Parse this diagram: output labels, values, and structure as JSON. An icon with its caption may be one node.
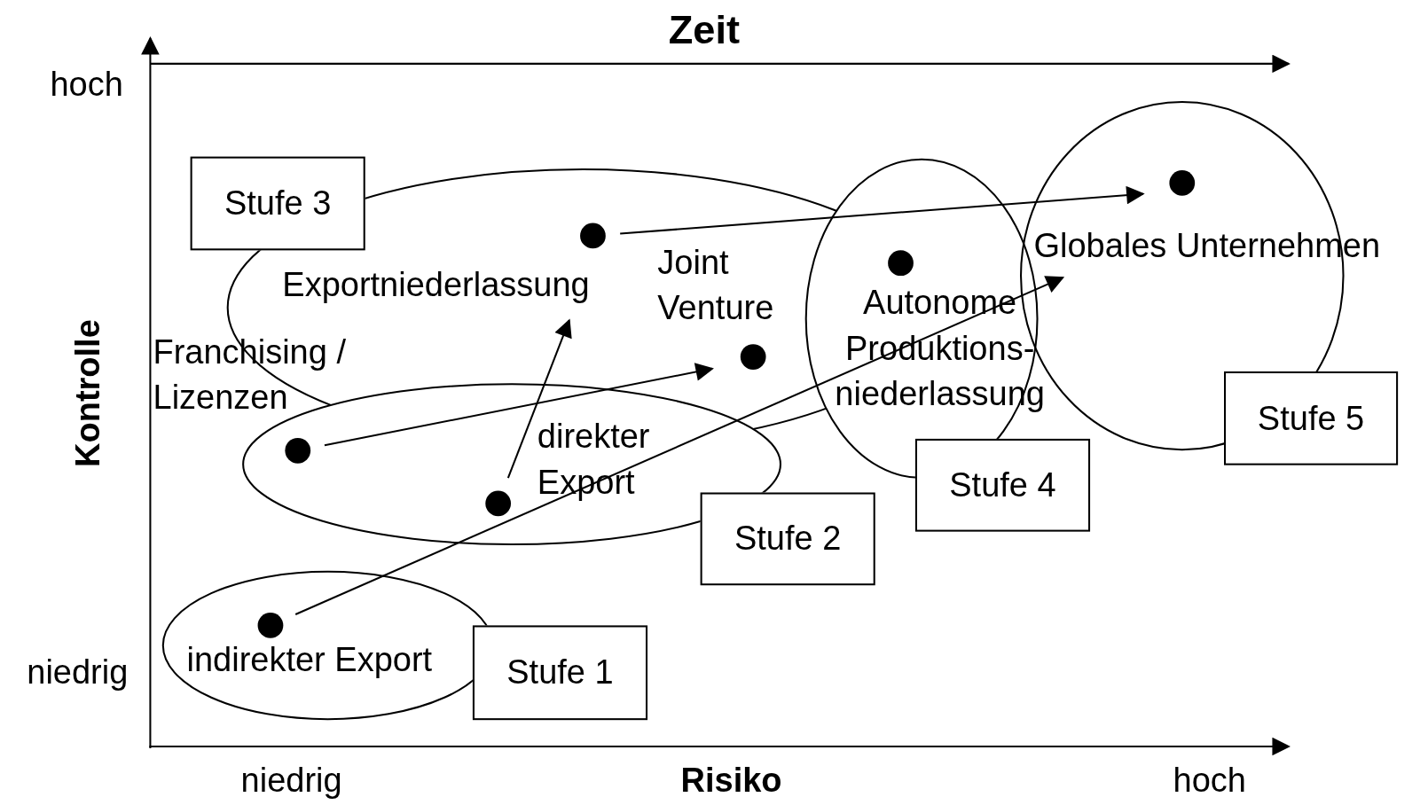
{
  "diagram": {
    "nodes": [
      {
        "text": [
          "Stufe 3"
        ]
      },
      {
        "text": [],
        "shape": "circle",
        "beside": [
          "Exportniederlassung"
        ]
      },
      {
        "text": [],
        "shape": "circle",
        "beside": [
          "Joint Venture"
        ]
      },
      {
        "text": [],
        "shape": "circle",
        "beside": [
          "Autonome Produktions- niederlassung"
        ]
      },
      {
        "text": [],
        "shape": "circle",
        "beside": [
          "Globales Unternehmen"
        ]
      },
      {
        "text": [
          "Stufe 5"
        ]
      },
      {
        "text": [],
        "shape": "circle",
        "beside": [
          "Franchising / Lizenzen"
        ]
      },
      {
        "text": [],
        "shape": "circle",
        "beside": [
          "direkter Export"
        ]
      },
      {
        "text": [
          "Stufe 4"
        ]
      },
      {
        "text": [
          "Stufe 2"
        ]
      },
      {
        "text": [],
        "shape": "circle",
        "beside": [
          "indirekter Export"
        ]
      },
      {
        "text": [
          "Stufe 1"
        ]
      }
    ],
    "edges": [
      {
        "from": 10,
        "to": 4,
        "arrow": "to"
      },
      {
        "from": 7,
        "to": 1,
        "arrow": "to"
      },
      {
        "from": 6,
        "to": 2,
        "arrow": "to"
      },
      {
        "from": 1,
        "to": 4,
        "arrow": "to"
      }
    ],
    "labels": [
      "Zeit",
      "hoch",
      "Kontrolle",
      "niedrig",
      "niedrig",
      "Risiko",
      "hoch"
    ]
  }
}
